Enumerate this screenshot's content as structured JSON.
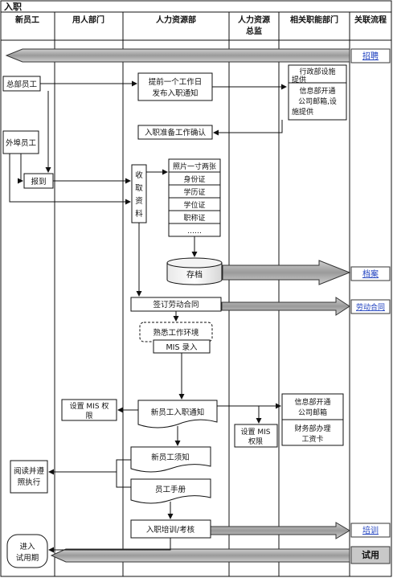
{
  "title": "入职",
  "lanes": [
    {
      "line1": "新员工",
      "line2": ""
    },
    {
      "line1": "用人部门",
      "line2": ""
    },
    {
      "line1": "人力资源部",
      "line2": ""
    },
    {
      "line1": "人力资源",
      "line2": "总监"
    },
    {
      "line1": "相关职能部门",
      "line2": ""
    },
    {
      "line1": "关联流程",
      "line2": ""
    }
  ],
  "nodes": {
    "hq_employee": "总部员工",
    "field_employee": "外埠员工",
    "report": "报到",
    "notice_1": "提前一个工作日",
    "notice_2": "发布入职通知",
    "admin_1": "行政部设施",
    "admin_2": "提供",
    "admin_3": "信息部开通",
    "admin_4": "公司邮箱,设",
    "admin_5": "施提供",
    "prep_confirm": "入职准备工作确认",
    "collect_1": "收",
    "collect_2": "取",
    "collect_3": "资",
    "collect_4": "料",
    "doc_photo": "照片一寸两张",
    "doc_id": "身份证",
    "doc_edu": "学历证",
    "doc_degree": "学位证",
    "doc_title": "职称证",
    "doc_more": "……",
    "archive": "存档",
    "contract": "签订劳动合同",
    "familiar": "熟悉工作环境",
    "mis": "MIS 录入",
    "mis_perm_1": "设置 MIS 权",
    "mis_perm_2": "限",
    "newcomer_notice": "新员工入职通知",
    "it_mail_1": "信息部开通",
    "it_mail_2": "公司邮箱",
    "finance_1": "财务部办理",
    "finance_2": "工资卡",
    "dir_perm_1": "设置 MIS",
    "dir_perm_2": "权限",
    "handbook_notice": "新员工须知",
    "handbook": "员工手册",
    "read_1": "阅读并遵",
    "read_2": "照执行",
    "training": "入职培训/考核",
    "probation_1": "进入",
    "probation_2": "试用期"
  },
  "related": {
    "recruit": "招聘",
    "archive": "档案",
    "contract": "劳动合同",
    "training": "培训",
    "probation": "试用"
  }
}
